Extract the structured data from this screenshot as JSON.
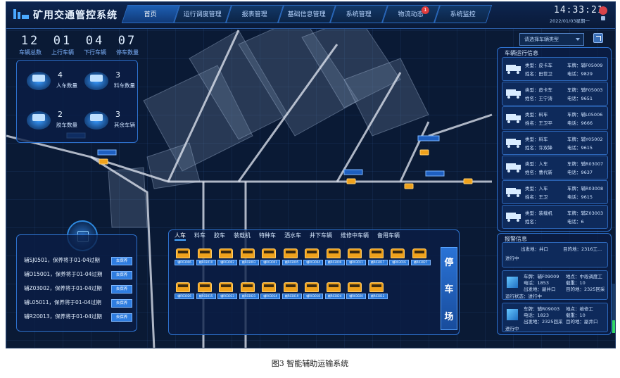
{
  "header": {
    "title": "矿用交通管控系统",
    "nav": [
      {
        "label": "首页",
        "active": true
      },
      {
        "label": "运行调度管理"
      },
      {
        "label": "报表管理"
      },
      {
        "label": "基础信息管理"
      },
      {
        "label": "系统管理"
      },
      {
        "label": "物流动态",
        "badge": "1"
      },
      {
        "label": "系统监控"
      }
    ],
    "time": "14:33:21",
    "date": "2022/01/03星期一"
  },
  "counters": [
    {
      "value": "12",
      "label": "车辆总数"
    },
    {
      "value": "01",
      "label": "上行车辆"
    },
    {
      "value": "04",
      "label": "下行车辆"
    },
    {
      "value": "07",
      "label": "停车数量"
    }
  ],
  "stats": [
    {
      "value": "4",
      "label": "人车数量",
      "icon": "people-carrier-icon"
    },
    {
      "value": "3",
      "label": "料车数量",
      "icon": "material-truck-icon"
    },
    {
      "value": "2",
      "label": "胶车数量",
      "icon": "rubber-truck-icon"
    },
    {
      "value": "3",
      "label": "其余车辆",
      "icon": "other-vehicle-icon"
    }
  ],
  "dropdown": {
    "placeholder": "请选择车辆类型"
  },
  "vehicle_panel": {
    "title": "车辆运行信息",
    "rows": [
      {
        "type": "类型：皮卡车",
        "plate": "车牌：辅F05009",
        "driver": "姓名：田世卫",
        "phone": "电话：9829"
      },
      {
        "type": "类型：皮卡车",
        "plate": "车牌：辅F05003",
        "driver": "姓名：王宁涛",
        "phone": "电话：9651"
      },
      {
        "type": "类型：料车",
        "plate": "车牌：辅L05006",
        "driver": "姓名：王卫平",
        "phone": "电话：9666"
      },
      {
        "type": "类型：料车",
        "plate": "车牌：辅Y05002",
        "driver": "姓名：许双锋",
        "phone": "电话：9615"
      },
      {
        "type": "类型：人车",
        "plate": "车牌：辅R03007",
        "driver": "姓名：曹代新",
        "phone": "电话：9637"
      },
      {
        "type": "类型：人车",
        "plate": "车牌：辅R03008",
        "driver": "姓名：王卫",
        "phone": "电话：9615"
      },
      {
        "type": "类型：装载机",
        "plate": "车牌：辅Z03003",
        "driver": "姓名：",
        "phone": "电话：6"
      }
    ]
  },
  "alarm_panel": {
    "title": "报警信息",
    "rows": [
      {
        "l1": "出发地：井口",
        "l2": "目的地：2316工...",
        "l3": "进行中"
      },
      {
        "l1": "车牌：辅F09009",
        "l2": "地点：中段调度工",
        "l3": "载重：10",
        "l4": "电话：1853",
        "l5": "出发地：副井口",
        "l6": "目的地：2325回采",
        "l7": "运行状态：进行中"
      },
      {
        "l1": "车牌：辅R09003",
        "l2": "地点：维修工",
        "l3": "载重：10",
        "l4": "电话：1823",
        "l5": "出发地：2325回采",
        "l6": "目的地：副井口",
        "l7": "进行中"
      }
    ]
  },
  "warnings": [
    {
      "text": "辅SJ0501，保养将于01-04过期",
      "btn": "去保养"
    },
    {
      "text": "辅D15001，保养将于01-04过期",
      "btn": "去保养"
    },
    {
      "text": "辅Z03002，保养将于01-04过期",
      "btn": "去保养"
    },
    {
      "text": "辅L05011，保养将于01-04过期",
      "btn": "去保养"
    },
    {
      "text": "辅R20013，保养将于01-04过期",
      "btn": "去保养"
    }
  ],
  "lot": {
    "tabs": [
      "人车",
      "料车",
      "胶车",
      "装载机",
      "特种车",
      "洒水车",
      "井下车辆",
      "维修中车辆",
      "备用车辆"
    ],
    "stop_label": [
      "停",
      "车",
      "场"
    ],
    "row1": [
      "辅R03006",
      "辅R03010",
      "辅R03002",
      "辅R03003",
      "辅R03001",
      "辅R03005",
      "辅R03004",
      "辅R03009",
      "辅R03011",
      "辅R03017",
      "辅R03016",
      "辅R03027"
    ],
    "row2": [
      "辅R03026",
      "辅R03015",
      "辅R03013",
      "辅R03021",
      "辅R03014",
      "辅R03019",
      "辅R03018",
      "辅R03024",
      "辅R03020",
      "辅R03012"
    ]
  },
  "caption": "图3   智能辅助运输系统",
  "colors": {
    "accent": "#2e73d0",
    "bg": "#0a1a35",
    "vehicle": "#f0a21c",
    "button": "#2f7de0"
  }
}
